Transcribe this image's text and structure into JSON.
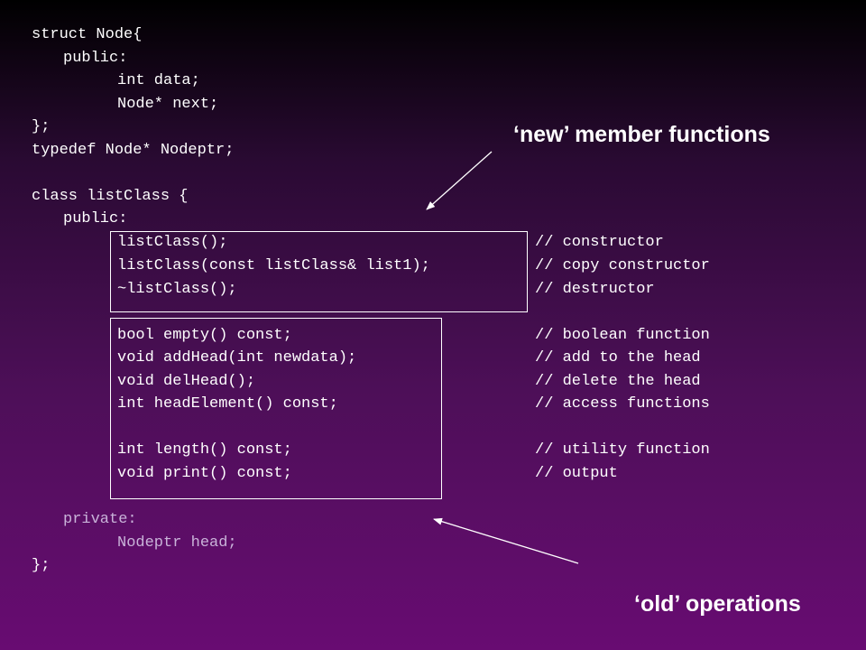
{
  "code": {
    "struct_open": "struct Node{",
    "struct_public": "public:",
    "field_data": "int data;",
    "field_next": "Node* next;",
    "struct_close": "};",
    "typedef": "typedef Node* Nodeptr;",
    "class_open": "class listClass {",
    "class_public": "public:",
    "ctor": "listClass();",
    "copy_ctor": "listClass(const listClass& list1);",
    "dtor": "~listClass();",
    "empty_fn": "bool empty() const;",
    "add_head_fn": "void addHead(int newdata);",
    "del_head_fn": "void delHead();",
    "head_element_fn": "int headElement() const;",
    "length_fn": "int length() const;",
    "print_fn": "void print() const;",
    "private_label": "private:",
    "head_member": "Nodeptr head;",
    "class_close": "};"
  },
  "comments": {
    "ctor": "// constructor",
    "copy_ctor": "// copy constructor",
    "dtor": "// destructor",
    "empty_fn": "// boolean function",
    "add_head_fn": "// add to the head",
    "del_head_fn": "// delete the head",
    "head_element_fn": "// access functions",
    "length_fn": "// utility function",
    "print_fn": "// output"
  },
  "callouts": {
    "new_members": "‘new’ member functions",
    "old_operations": "‘old’ operations"
  },
  "colors": {
    "code_text": "#ffffff",
    "private_section_text": "#c9b3d9",
    "background_bottom": "#680c72"
  }
}
